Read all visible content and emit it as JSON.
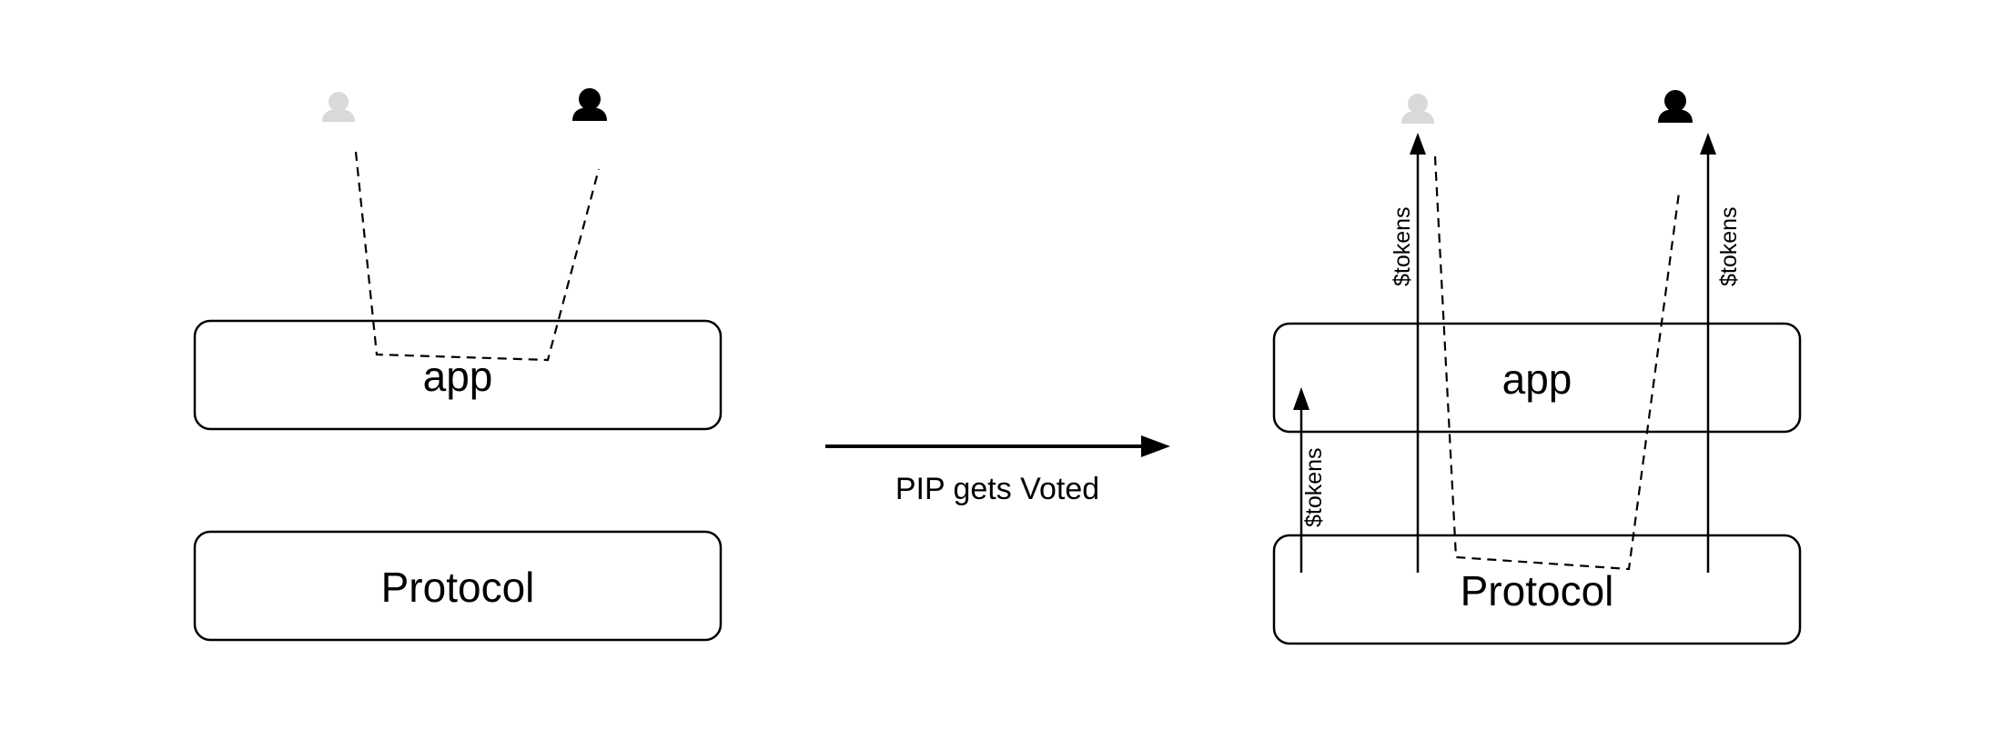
{
  "before": {
    "app_label": "app",
    "protocol_label": "Protocol",
    "user_inactive": {
      "icon": "user-icon",
      "color": "#d9d9d9"
    },
    "user_active": {
      "icon": "user-icon",
      "color": "#000000"
    }
  },
  "transition": {
    "label": "PIP gets Voted"
  },
  "after": {
    "app_label": "app",
    "protocol_label": "Protocol",
    "user_inactive": {
      "icon": "user-icon",
      "color": "#d9d9d9"
    },
    "user_active": {
      "icon": "user-icon",
      "color": "#000000"
    },
    "token_label_protocol_to_app": "$tokens",
    "token_label_to_user_inactive": "$tokens",
    "token_label_to_user_active": "$tokens"
  }
}
